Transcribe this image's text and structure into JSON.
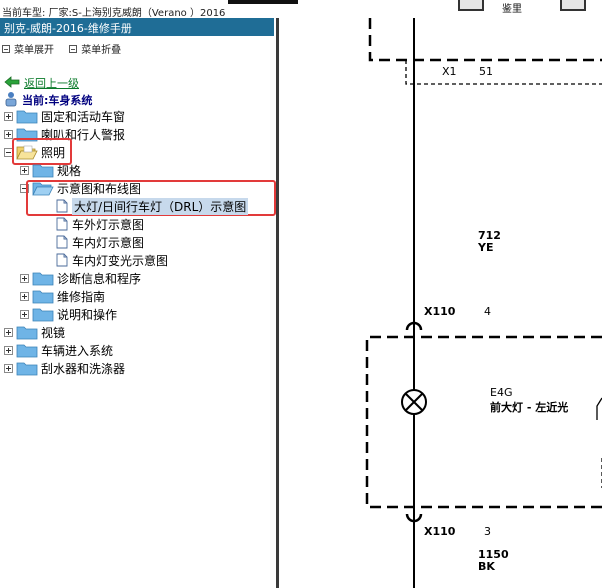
{
  "top_bar": {
    "vehicle_info": "当前车型:  厂家:S-上海别克威朗（Verano ）2016",
    "zoom_label": "鉴里"
  },
  "manual": {
    "title": "别克-威朗-2016-维修手册",
    "expand_all": "菜单展开",
    "collapse_all": "菜单折叠",
    "back_link": "返回上一级",
    "current_system": "当前:车身系统"
  },
  "tree": {
    "fixed_windows": "固定和活动车窗",
    "horn": "喇叭和行人警报",
    "lighting": "照明",
    "specs": "规格",
    "schematics": "示意图和布线图",
    "drl_schematic": "大灯/日间行车灯（DRL）示意图",
    "exterior_lamps": "车外灯示意图",
    "interior_lamps": "车内灯示意图",
    "interior_dimming": "车内灯变光示意图",
    "diagnostics": "诊断信息和程序",
    "repair_guide": "维修指南",
    "description": "说明和操作",
    "mirrors": "视镜",
    "vehicle_access": "车辆进入系统",
    "wipers": "刮水器和洗涤器"
  },
  "diagram": {
    "connector_x1": "X1",
    "pin_51": "51",
    "wire_712": "712",
    "wire_ye": "YE",
    "connector_x110_top": "X110",
    "pin_4": "4",
    "component_id": "E4G",
    "component_name": "前大灯 - 左近光",
    "connector_x110_bottom": "X110",
    "pin_3": "3",
    "wire_1150": "1150",
    "wire_bk": "BK"
  },
  "colors": {
    "title_bar": "#1f6d96",
    "highlight": "#e23a3a",
    "selected": "#c7d9ec",
    "back_link": "#0a7a2a",
    "current_text": "#00007f"
  }
}
